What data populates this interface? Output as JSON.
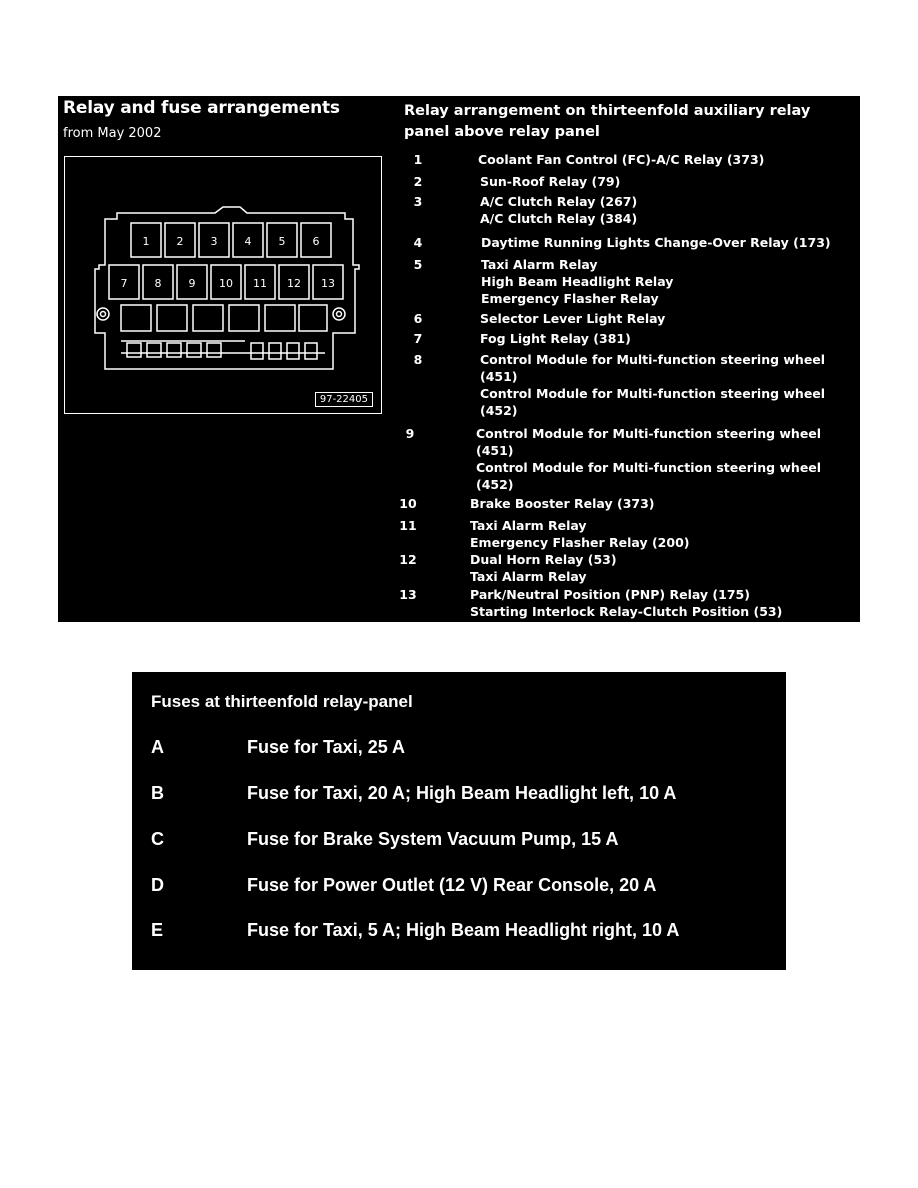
{
  "left_header": {
    "title": "Relay and fuse arrangements",
    "subtitle": "from May 2002"
  },
  "diagram": {
    "label": "97-22405",
    "slots_top": [
      "1",
      "2",
      "3",
      "4",
      "5",
      "6"
    ],
    "slots_bottom": [
      "7",
      "8",
      "9",
      "10",
      "11",
      "12",
      "13"
    ]
  },
  "relay_panel": {
    "title": "Relay arrangement on thirteenfold auxiliary relay panel above relay panel",
    "items": [
      {
        "num": "1",
        "lines": [
          "Coolant Fan Control (FC)-A/C Relay (373)"
        ]
      },
      {
        "num": "2",
        "lines": [
          "Sun-Roof Relay (79)"
        ]
      },
      {
        "num": "3",
        "lines": [
          "A/C Clutch Relay (267)",
          "A/C Clutch Relay (384)"
        ]
      },
      {
        "num": "4",
        "lines": [
          "Daytime Running Lights Change-Over Relay (173)"
        ]
      },
      {
        "num": "5",
        "lines": [
          "Taxi Alarm Relay",
          "High Beam Headlight Relay",
          "Emergency Flasher Relay"
        ]
      },
      {
        "num": "6",
        "lines": [
          "Selector Lever Light Relay"
        ]
      },
      {
        "num": "7",
        "lines": [
          "Fog Light Relay (381)"
        ]
      },
      {
        "num": "8",
        "lines": [
          "Control Module for Multi-function steering wheel",
          "(451)",
          "Control Module for Multi-function steering wheel",
          "(452)"
        ]
      },
      {
        "num": "9",
        "lines": [
          "Control Module for Multi-function steering wheel",
          "(451)",
          "Control Module for Multi-function steering wheel",
          "(452)"
        ]
      },
      {
        "num": "10",
        "lines": [
          "Brake Booster Relay (373)"
        ]
      },
      {
        "num": "11",
        "lines": [
          "Taxi Alarm Relay",
          "Emergency Flasher Relay (200)"
        ]
      },
      {
        "num": "12",
        "lines": [
          "Dual Horn Relay (53)",
          "Taxi Alarm Relay"
        ]
      },
      {
        "num": "13",
        "lines": [
          "Park/Neutral Position (PNP) Relay (175)",
          "Starting Interlock Relay-Clutch Position (53)"
        ]
      }
    ]
  },
  "fuse_panel": {
    "title": "Fuses at thirteenfold relay-panel",
    "items": [
      {
        "letter": "A",
        "text": "Fuse for Taxi, 25 A"
      },
      {
        "letter": "B",
        "text": "Fuse for Taxi, 20 A; High Beam Headlight left, 10 A"
      },
      {
        "letter": "C",
        "text": "Fuse for Brake System Vacuum Pump, 15 A"
      },
      {
        "letter": "D",
        "text": "Fuse for Power Outlet (12 V) Rear Console, 20 A"
      },
      {
        "letter": "E",
        "text": "Fuse for Taxi, 5 A; High Beam Headlight right, 10 A"
      }
    ]
  }
}
